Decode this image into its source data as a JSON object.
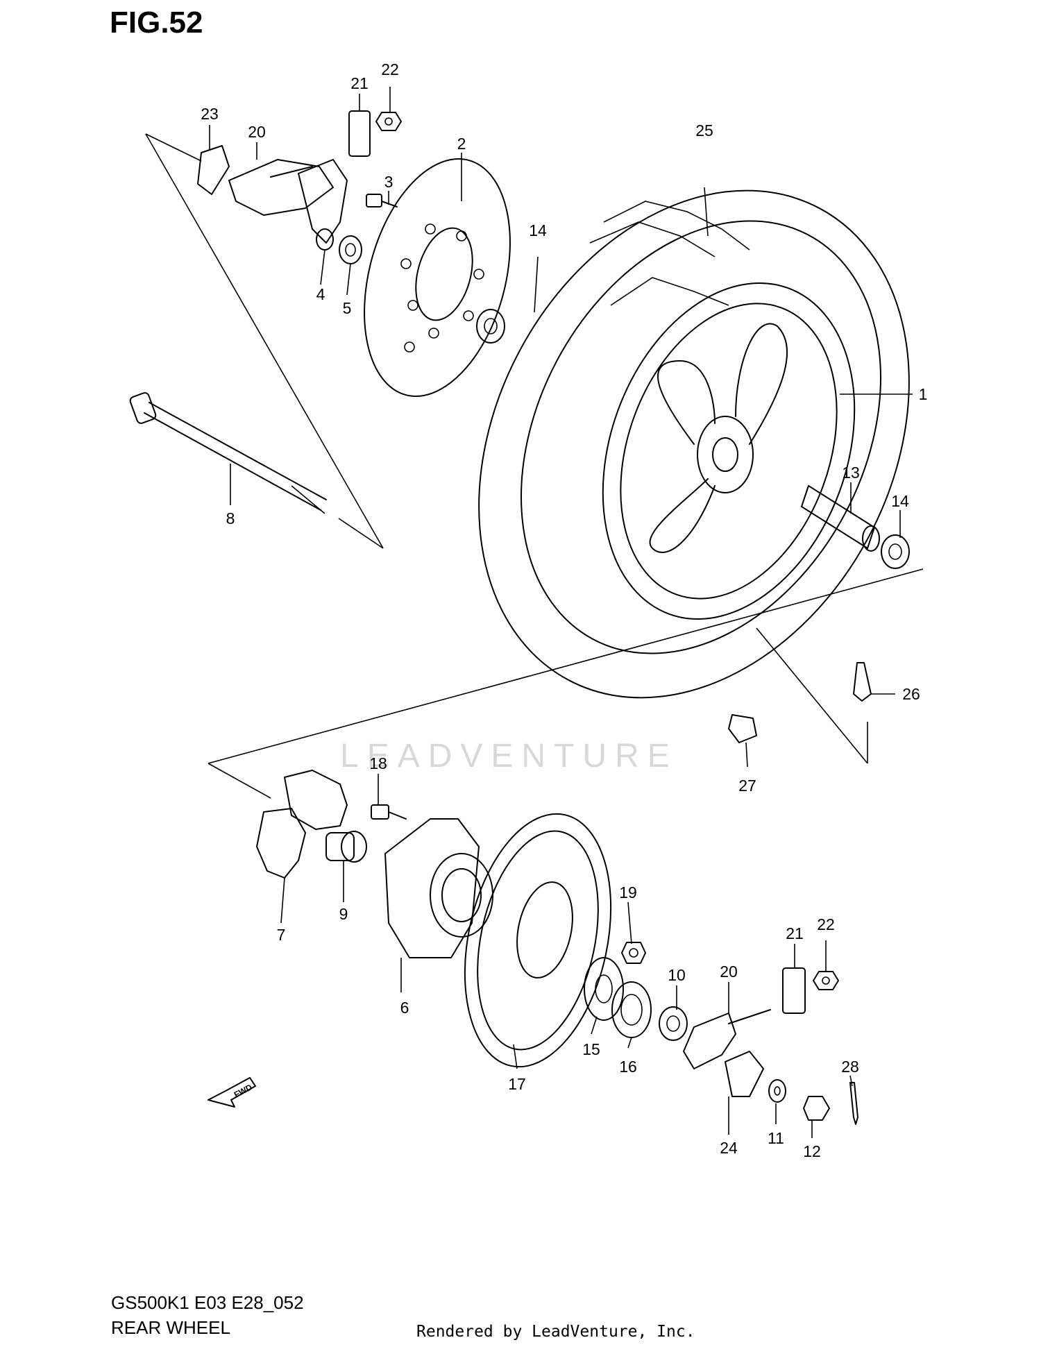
{
  "figure": {
    "title": "FIG.52",
    "model_code": "GS500K1 E03 E28_052",
    "section_name": "REAR WHEEL",
    "credit": "Rendered by LeadVenture, Inc.",
    "watermark": "LEADVENTURE",
    "direction_marker": "FWD"
  },
  "callouts": [
    {
      "id": "c1",
      "text": "1"
    },
    {
      "id": "c2",
      "text": "2"
    },
    {
      "id": "c3",
      "text": "3"
    },
    {
      "id": "c4",
      "text": "4"
    },
    {
      "id": "c5",
      "text": "5"
    },
    {
      "id": "c6",
      "text": "6"
    },
    {
      "id": "c7",
      "text": "7"
    },
    {
      "id": "c8",
      "text": "8"
    },
    {
      "id": "c9",
      "text": "9"
    },
    {
      "id": "c10",
      "text": "10"
    },
    {
      "id": "c11",
      "text": "11"
    },
    {
      "id": "c12",
      "text": "12"
    },
    {
      "id": "c13",
      "text": "13"
    },
    {
      "id": "c14a",
      "text": "14"
    },
    {
      "id": "c14b",
      "text": "14"
    },
    {
      "id": "c15",
      "text": "15"
    },
    {
      "id": "c16",
      "text": "16"
    },
    {
      "id": "c17",
      "text": "17"
    },
    {
      "id": "c18",
      "text": "18"
    },
    {
      "id": "c19",
      "text": "19"
    },
    {
      "id": "c20a",
      "text": "20"
    },
    {
      "id": "c20b",
      "text": "20"
    },
    {
      "id": "c21a",
      "text": "21"
    },
    {
      "id": "c21b",
      "text": "21"
    },
    {
      "id": "c22a",
      "text": "22"
    },
    {
      "id": "c22b",
      "text": "22"
    },
    {
      "id": "c23",
      "text": "23"
    },
    {
      "id": "c24",
      "text": "24"
    },
    {
      "id": "c25",
      "text": "25"
    },
    {
      "id": "c26",
      "text": "26"
    },
    {
      "id": "c27",
      "text": "27"
    },
    {
      "id": "c28",
      "text": "28"
    }
  ]
}
